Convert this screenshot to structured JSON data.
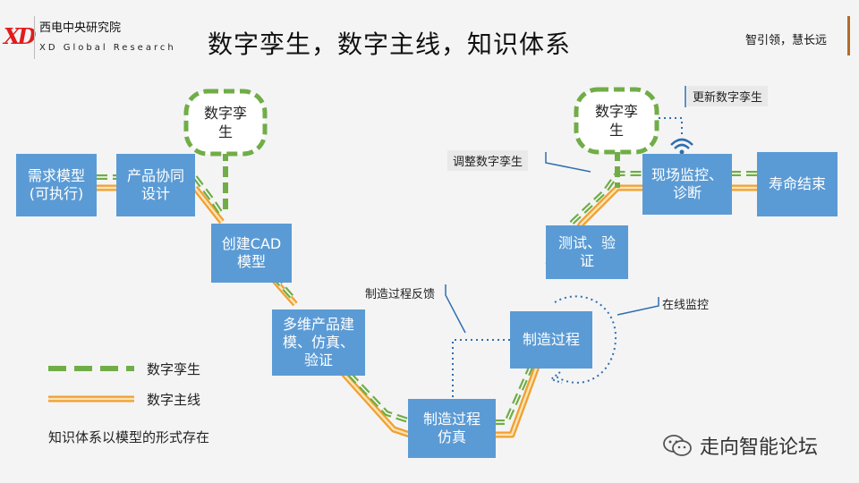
{
  "header": {
    "logo_text": "XD",
    "org_cn": "西电中央研究院",
    "org_en": "XD Global Research",
    "title": "数字孪生，数字主线，知识体系",
    "slogan": "智引领，慧长远"
  },
  "boxes": {
    "requirements": "需求模型\n(可执行)",
    "product_design": "产品协同\n设计",
    "cad_model": "创建CAD\n模型",
    "multi_sim": "多维产品建\n模、仿真、\n验证",
    "mfg_sim": "制造过程\n仿真",
    "mfg_process": "制造过程",
    "test_verify": "测试、验\n证",
    "monitoring": "现场监控、\n诊断",
    "end_of_life": "寿命结束"
  },
  "clouds": {
    "left": "数字孪\n生",
    "right": "数字孪\n生"
  },
  "callouts": {
    "update_twin": "更新数字孪生",
    "adjust_twin": "调整数字孪生",
    "mfg_feedback": "制造过程反馈",
    "online_monitor": "在线监控"
  },
  "legend": {
    "digital_twin": "数字孪生",
    "digital_thread": "数字主线"
  },
  "footnote": "知识体系以模型的形式存在",
  "watermark": "走向智能论坛",
  "colors": {
    "box_blue": "#5b9bd5",
    "twin_green": "#70ad47",
    "thread_orange": "#f0a030",
    "logo_red": "#e21b1b"
  }
}
